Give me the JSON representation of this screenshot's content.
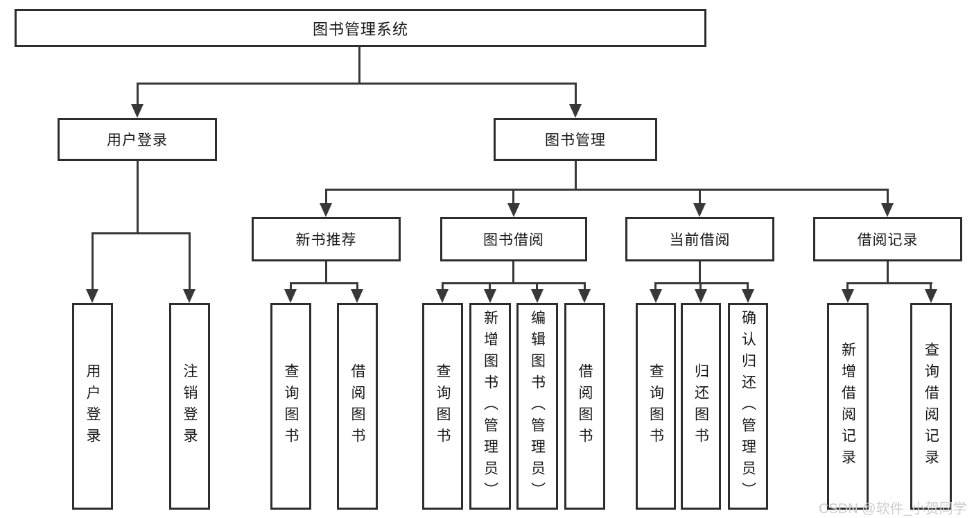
{
  "colors": {
    "border": "#2d2d2d",
    "line": "#383838",
    "text": "#161616",
    "watermark": "#cdcdcd",
    "background": "#ffffff"
  },
  "root": {
    "label": "图书管理系统"
  },
  "branches": [
    {
      "label": "用户登录",
      "children": [
        {
          "label": "用户登录"
        },
        {
          "label": "注销登录"
        }
      ]
    },
    {
      "label": "图书管理",
      "groups": [
        {
          "label": "新书推荐",
          "children": [
            {
              "label": "查询图书"
            },
            {
              "label": "借阅图书"
            }
          ]
        },
        {
          "label": "图书借阅",
          "children": [
            {
              "label": "查询图书"
            },
            {
              "label": "新增图书（管理员）"
            },
            {
              "label": "编辑图书（管理员）"
            },
            {
              "label": "借阅图书"
            }
          ]
        },
        {
          "label": "当前借阅",
          "children": [
            {
              "label": "查询图书"
            },
            {
              "label": "归还图书"
            },
            {
              "label": "确认归还（管理员）"
            }
          ]
        },
        {
          "label": "借阅记录",
          "children": [
            {
              "label": "新增借阅记录"
            },
            {
              "label": "查询借阅记录"
            }
          ]
        }
      ]
    }
  ],
  "watermark": {
    "text": "CSDN @软件_小贺同学"
  }
}
